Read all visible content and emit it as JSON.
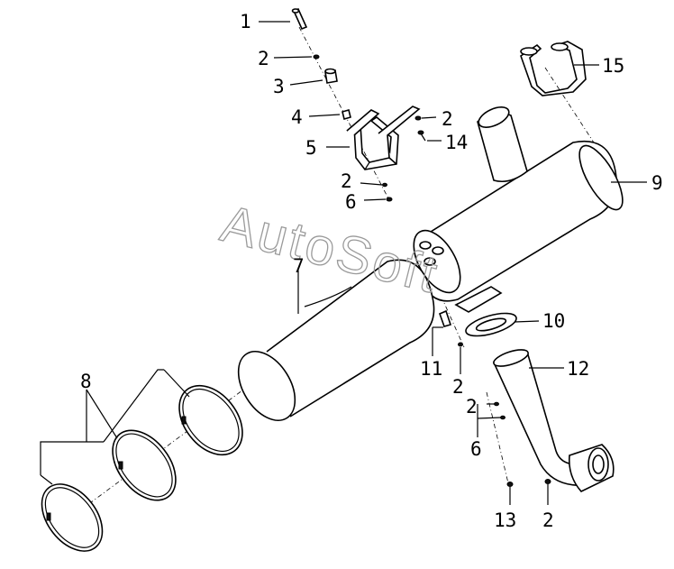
{
  "watermark": "AutoSoft",
  "callouts": {
    "c1": "1",
    "c2a": "2",
    "c3": "3",
    "c4": "4",
    "c2b": "2",
    "c5": "5",
    "c14": "14",
    "c2c": "2",
    "c6a": "6",
    "c15": "15",
    "c9": "9",
    "c7": "7",
    "c10": "10",
    "c11": "11",
    "c2d": "2",
    "c12": "12",
    "c8": "8",
    "c2e": "2",
    "c6b": "6",
    "c13": "13",
    "c2f": "2"
  }
}
